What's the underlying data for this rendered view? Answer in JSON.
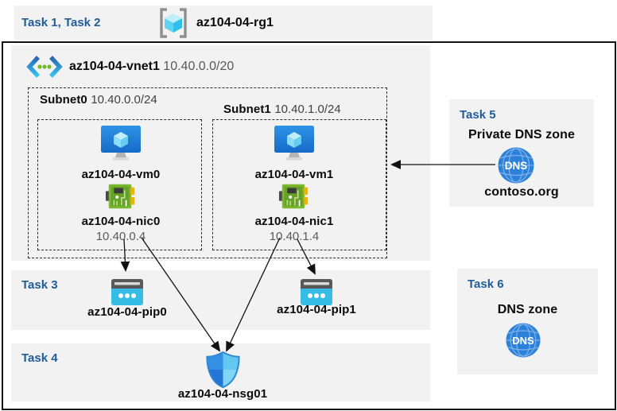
{
  "header": {
    "task_label": "Task 1, Task 2",
    "resource_group": "az104-04-rg1"
  },
  "vnet": {
    "name": "az104-04-vnet1",
    "cidr": "10.40.0.0/20",
    "subnet0": {
      "name": "Subnet0",
      "cidr": "10.40.0.0/24",
      "vm": "az104-04-vm0",
      "nic": "az104-04-nic0",
      "ip": "10.40.0.4"
    },
    "subnet1": {
      "name": "Subnet1",
      "cidr": "10.40.1.0/24",
      "vm": "az104-04-vm1",
      "nic": "az104-04-nic1",
      "ip": "10.40.1.4"
    }
  },
  "task3": {
    "label": "Task 3",
    "pip0": "az104-04-pip0",
    "pip1": "az104-04-pip1"
  },
  "task4": {
    "label": "Task 4",
    "nsg": "az104-04-nsg01"
  },
  "task5": {
    "label": "Task 5",
    "title": "Private DNS zone",
    "zone": "contoso.org"
  },
  "task6": {
    "label": "Task 6",
    "title": "DNS zone"
  },
  "icons": {
    "dns_text": "DNS",
    "resource_group_icon": "resource-group-brackets-cube",
    "vnet_icon": "virtual-network-chevrons",
    "vm_icon": "virtual-machine-monitor",
    "nic_icon": "network-interface-card",
    "pip_icon": "public-ip-address",
    "nsg_icon": "network-security-group-shield",
    "dns_icon": "dns-globe"
  },
  "colors": {
    "task_label": "#1F5C99",
    "band_bg": "#F2F2F2",
    "value_text": "#595959",
    "dns_blue": "#2B80DA",
    "nic_green": "#7AB82E",
    "pip_cyan": "#35BDE6"
  }
}
